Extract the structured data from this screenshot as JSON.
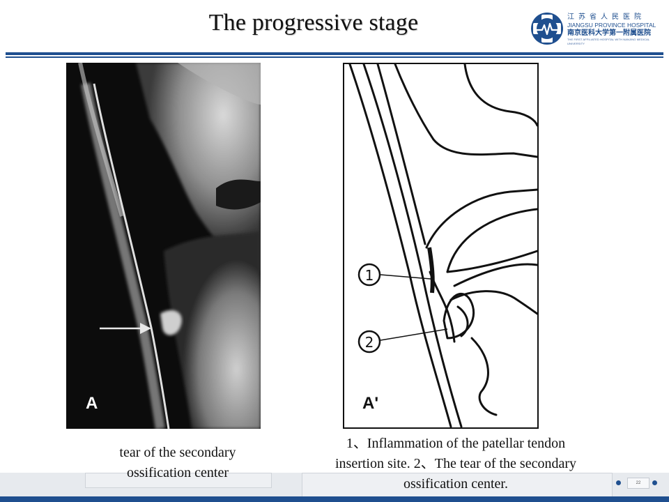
{
  "slide": {
    "title": "The progressive stage",
    "page_number": "22"
  },
  "logo": {
    "cn_line1": "江苏省人民医院",
    "en_line1": "JIANGSU PROVINCE HOSPITAL",
    "cn_line2": "南京医科大学第一附属医院",
    "en_line2": "THE FIRST AFFILIATED HOSPITAL WITH NANJING MEDICAL UNIVERSITY",
    "colors": {
      "brand": "#1f4f8f"
    },
    "icon": "hospital-emblem-icon"
  },
  "figures": {
    "mri": {
      "label": "A",
      "pointer_icon": "arrow-right-icon"
    },
    "diagram": {
      "label": "A'",
      "callout1": "1",
      "callout2": "2"
    }
  },
  "captions": {
    "left_line1": "tear of the secondary",
    "left_line2": "ossification center",
    "right_line1": "1、Inflammation of the patellar tendon",
    "right_line2": "insertion site. 2、The tear of the secondary",
    "right_line3": "ossification center."
  }
}
